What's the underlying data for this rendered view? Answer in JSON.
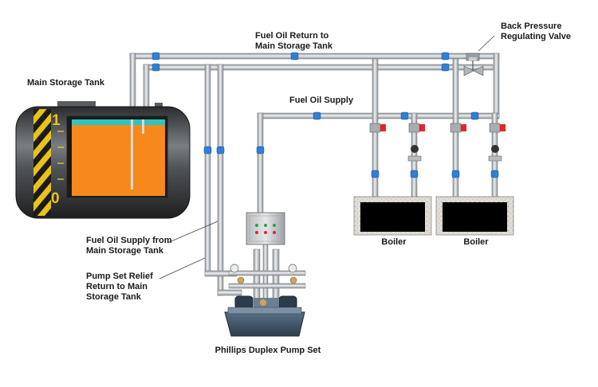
{
  "labels": {
    "main_storage_tank": "Main Storage Tank",
    "fuel_oil_return_line1": "Fuel Oil Return to",
    "fuel_oil_return_line2": "Main Storage Tank",
    "back_pressure_line1": "Back Pressure",
    "back_pressure_line2": "Regulating Valve",
    "fuel_oil_supply": "Fuel Oil Supply",
    "supply_from_tank_line1": "Fuel Oil Supply from",
    "supply_from_tank_line2": "Main Storage Tank",
    "relief_line1": "Pump Set Relief",
    "relief_line2": "Return to Main",
    "relief_line3": "Storage Tank",
    "boiler_1": "Boiler",
    "boiler_2": "Boiler",
    "pump_set": "Phillips Duplex Pump Set"
  },
  "tank_gauge": {
    "top_mark": "1",
    "bottom_mark": "0",
    "fill_color": "#f7881b",
    "surface_color": "#2ec4c4"
  },
  "colors": {
    "pipe": "#c9ced3",
    "pipe_edge": "#6e7378",
    "flow_marker": "#2f7fd6",
    "valve_red": "#e0262b",
    "boiler_body": "#d9d7cf",
    "boiler_window": "#000000",
    "tank_body": "#3d3f42"
  }
}
